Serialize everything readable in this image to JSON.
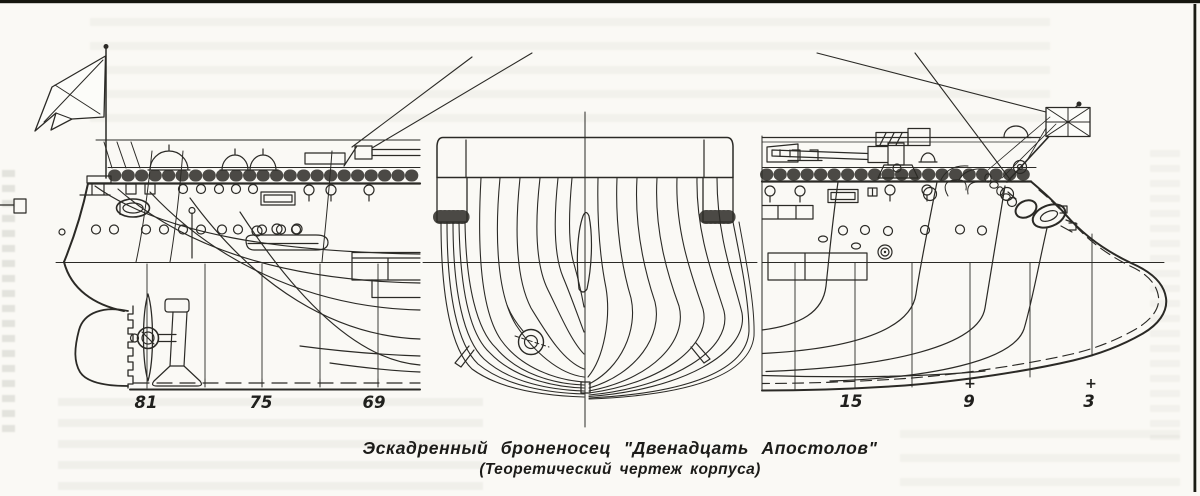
{
  "page": {
    "background": "#faf9f5",
    "ink": "#2b2a26"
  },
  "caption": {
    "line1": "Эскадренный  броненосец  \"Двенадцать  Апостолов\"",
    "line2": "(Теоретический чертеж корпуса)"
  },
  "stern_view": {
    "stations": [
      {
        "label": "81"
      },
      {
        "label": "75"
      },
      {
        "label": "69"
      }
    ]
  },
  "bow_view": {
    "stations": [
      {
        "label": "15",
        "mark": ""
      },
      {
        "label": "9",
        "mark": "+"
      },
      {
        "label": "3",
        "mark": "+"
      }
    ]
  }
}
